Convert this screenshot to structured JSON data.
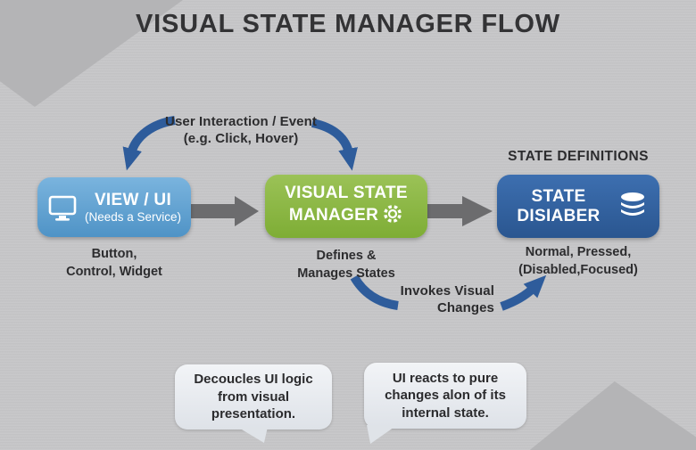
{
  "title": "VISUAL STATE MANAGER FLOW",
  "colors": {
    "background": "#c6c6c8",
    "background_dark": "#b4b4b6",
    "blue_node": "#5b9fd0",
    "green_node": "#8bb745",
    "navy_node": "#2f5f9e",
    "gray_arrow": "#6c6c6e",
    "blue_arrow": "#2e5c9b",
    "bubble": "#e7eaef",
    "text_dark": "#2d2d2f"
  },
  "flow": {
    "top_label": {
      "line1": "User Interaction / Event",
      "line2": "(e.g. Click, Hover)"
    },
    "nodes": [
      {
        "id": "view-ui",
        "title": "VIEW / UI",
        "subtitle": "(Needs a Service)",
        "icon": "monitor-icon",
        "caption_line1": "Button,",
        "caption_line2": "Control, Widget"
      },
      {
        "id": "visual-state-manager",
        "title": "VISUAL STATE MANAGER",
        "icon": "gear-icon",
        "caption_line1": "Defines &",
        "caption_line2": "Manages States"
      },
      {
        "id": "state-disiaber",
        "header": "STATE DEFINITIONS",
        "title": "STATE DISIABER",
        "icon": "database-icon",
        "caption_line1": "Normal, Pressed,",
        "caption_line2": "(Disabled,Focused)"
      }
    ],
    "bottom_label": {
      "line1": "Invokes Visual",
      "line2": "Changes"
    }
  },
  "bubbles": [
    {
      "text": "Decoucles UI logic from visual presentation."
    },
    {
      "text": "UI reacts to pure changes alon of its internal state."
    }
  ]
}
